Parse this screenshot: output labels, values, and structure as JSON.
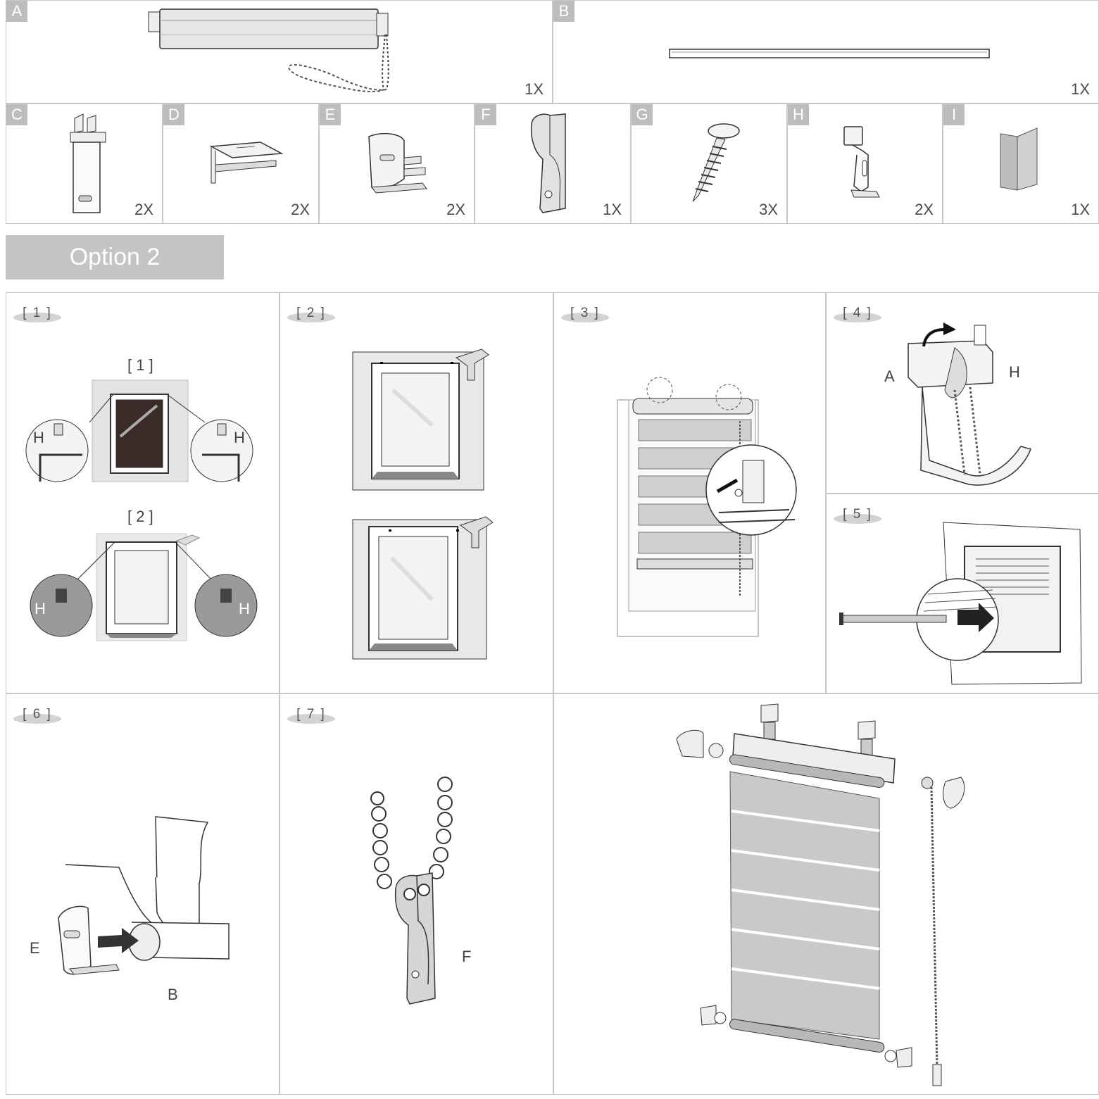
{
  "parts": [
    {
      "letter": "A",
      "qty": "1X"
    },
    {
      "letter": "B",
      "qty": "1X"
    },
    {
      "letter": "C",
      "qty": "2X"
    },
    {
      "letter": "D",
      "qty": "2X"
    },
    {
      "letter": "E",
      "qty": "2X"
    },
    {
      "letter": "F",
      "qty": "1X"
    },
    {
      "letter": "G",
      "qty": "3X"
    },
    {
      "letter": "H",
      "qty": "2X"
    },
    {
      "letter": "I",
      "qty": "1X"
    }
  ],
  "banner": "Option 2",
  "steps": [
    "[ 1 ]",
    "[ 2 ]",
    "[ 3 ]",
    "[ 4 ]",
    "[ 5 ]",
    "[ 6 ]",
    "[ 7 ]"
  ],
  "step1": {
    "sub1": "[ 1 ]",
    "sub2": "[ 2 ]",
    "bracket_label": "H"
  },
  "step4": {
    "label_a": "A",
    "label_h": "H"
  },
  "step6": {
    "label_e": "E",
    "label_b": "B"
  },
  "step7": {
    "label_f": "F"
  },
  "colors": {
    "panel_border": "#c8c8c8",
    "label_bg": "#bdbdbd",
    "banner_bg": "#c4c4c4",
    "fabric": "#c9c9c9",
    "line": "#333333"
  }
}
